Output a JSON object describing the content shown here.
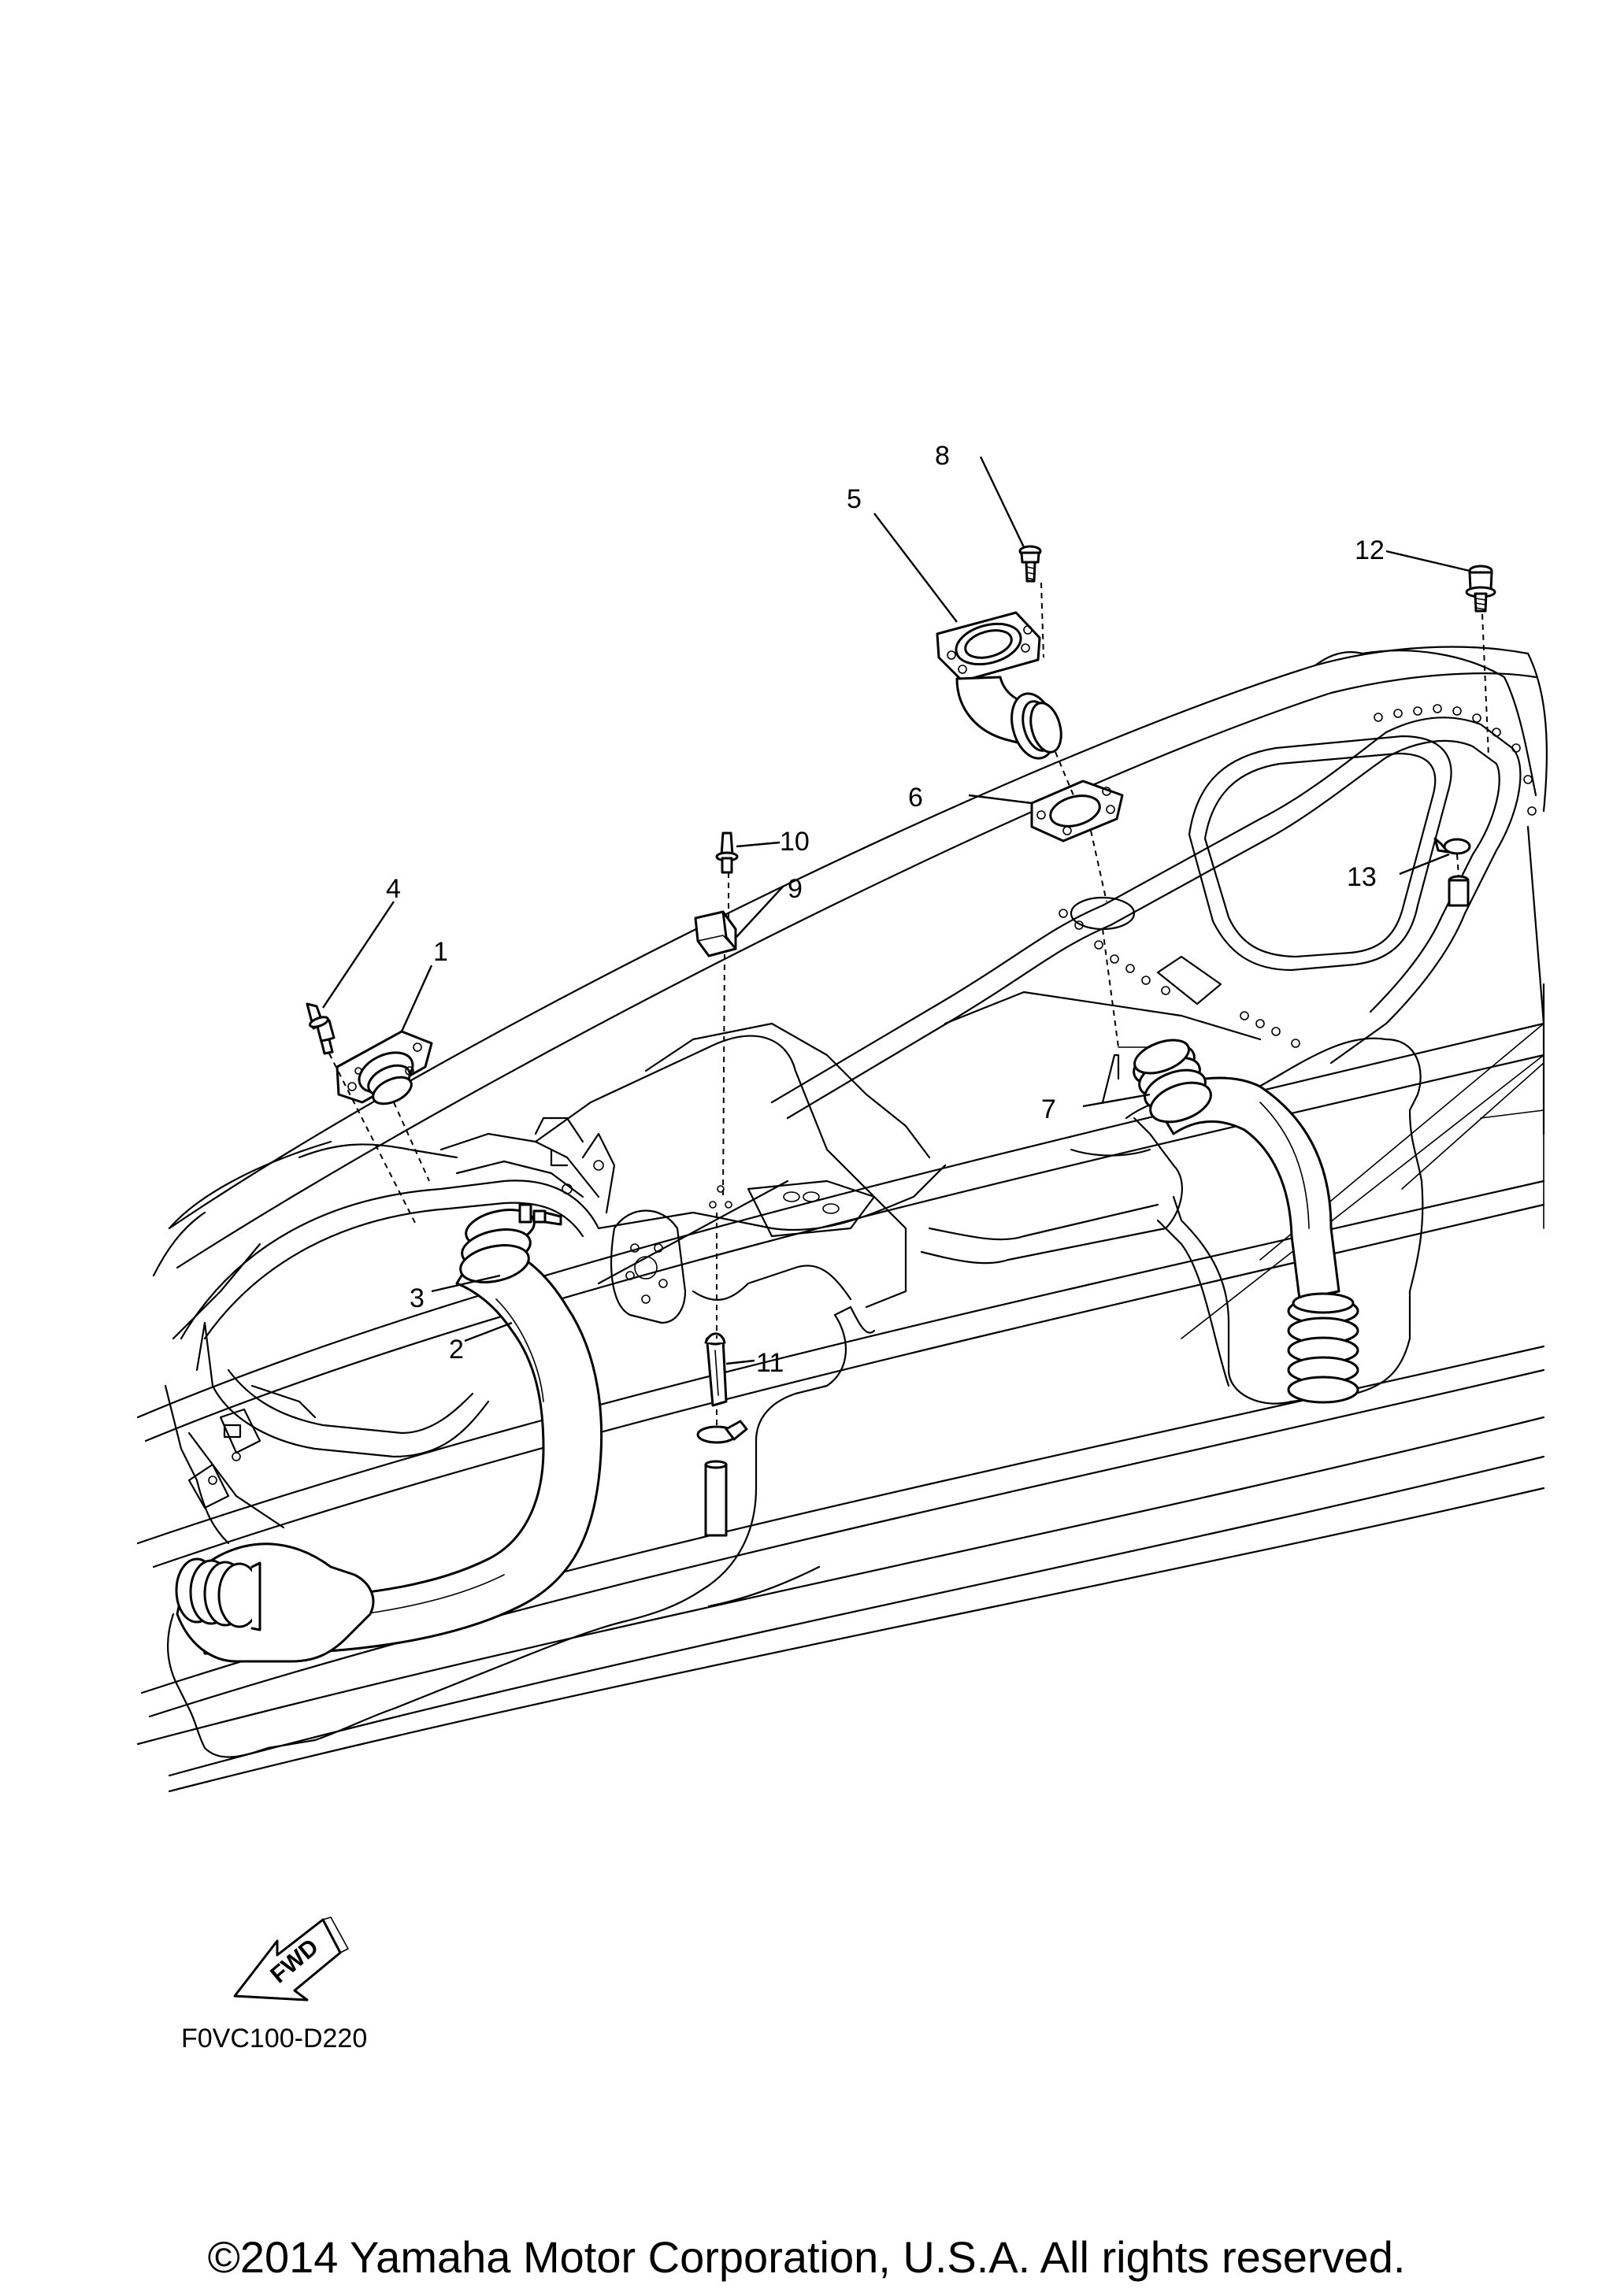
{
  "callouts": {
    "c1": "1",
    "c2": "2",
    "c3": "3",
    "c4": "4",
    "c5": "5",
    "c6": "6",
    "c7": "7",
    "c8": "8",
    "c9": "9",
    "c10": "10",
    "c11": "11",
    "c12": "12",
    "c13": "13"
  },
  "fwd_label": "FWD",
  "diagram_code": "F0VC100-D220",
  "copyright": "©2014 Yamaha Motor Corporation, U.S.A. All rights reserved."
}
